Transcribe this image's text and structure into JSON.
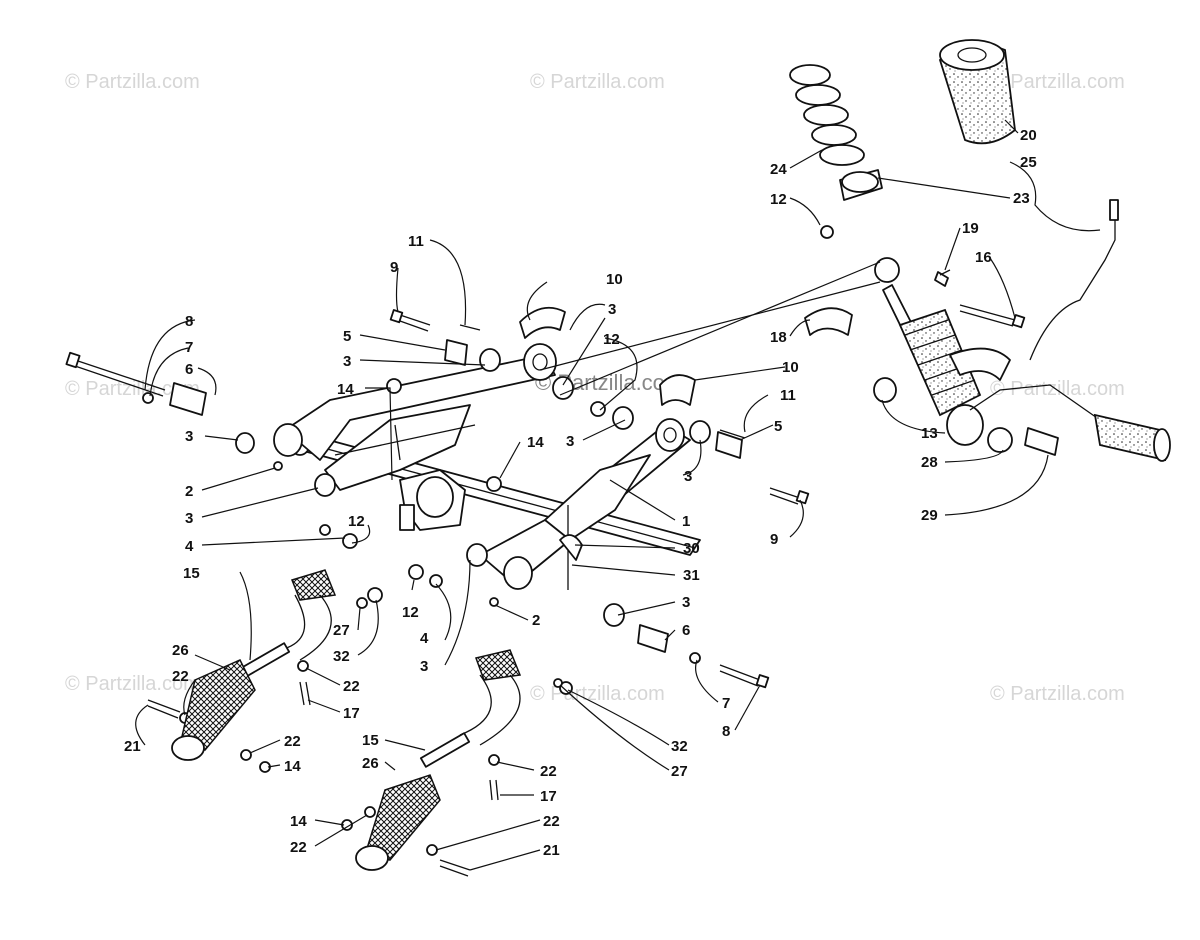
{
  "watermark": "© Partzilla.com",
  "callouts": {
    "c1": "1",
    "c2a": "2",
    "c2b": "2",
    "c3a": "3",
    "c3b": "3",
    "c3c": "3",
    "c3d": "3",
    "c3e": "3",
    "c3f": "3",
    "c3g": "3",
    "c3h": "3",
    "c4a": "4",
    "c4b": "4",
    "c5a": "5",
    "c5b": "5",
    "c6a": "6",
    "c6b": "6",
    "c7a": "7",
    "c7b": "7",
    "c8a": "8",
    "c8b": "8",
    "c9a": "9",
    "c9b": "9",
    "c10a": "10",
    "c10b": "10",
    "c11a": "11",
    "c11b": "11",
    "c12a": "12",
    "c12b": "12",
    "c12c": "12",
    "c12d": "12",
    "c13": "13",
    "c14a": "14",
    "c14b": "14",
    "c14c": "14",
    "c14d": "14",
    "c15a": "15",
    "c15b": "15",
    "c16": "16",
    "c17a": "17",
    "c17b": "17",
    "c18": "18",
    "c19": "19",
    "c20": "20",
    "c21a": "21",
    "c21b": "21",
    "c22a": "22",
    "c22b": "22",
    "c22c": "22",
    "c22d": "22",
    "c22e": "22",
    "c22f": "22",
    "c23": "23",
    "c24": "24",
    "c25": "25",
    "c26a": "26",
    "c26b": "26",
    "c27a": "27",
    "c27b": "27",
    "c28": "28",
    "c29": "29",
    "c30": "30",
    "c31": "31",
    "c32a": "32",
    "c32b": "32"
  }
}
